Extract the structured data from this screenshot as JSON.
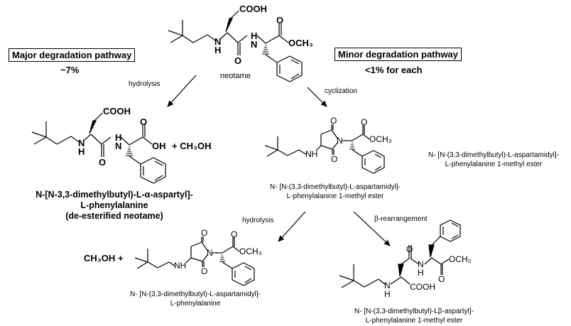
{
  "labels": {
    "major_pathway": "Major degradation pathway",
    "major_percent": "~7%",
    "minor_pathway": "Minor degradation pathway",
    "minor_percent": "<1% for each",
    "neotame": "neotame"
  },
  "reactions": {
    "hydrolysis_1": "hydrolysis",
    "cyclization": "cyclization",
    "hydrolysis_2": "hydrolysis",
    "beta_rearrangement": "β-rearrangement"
  },
  "products": {
    "deesterified": {
      "line1": "N-[N-3,3-dimethylbutyl)-L-α-aspartyl]-",
      "line2": "L-phenylalanine",
      "line3": "(de-esterified neotame)",
      "coproduct": "+ CH₃OH"
    },
    "aspartamidyl_ester": {
      "line1": "N- [N-(3,3-dimethylbutyl)-L-aspartamidyl]-",
      "line2": "L-phenylalanine 1-methyl ester"
    },
    "aspartamidyl_ester_side": {
      "line1": "N- [N-(3,3-dimethylbutyl)-L-aspartamidyl]-",
      "line2": "L-phenylalanine 1-methyl ester"
    },
    "aspartamidyl_acid": {
      "line1": "N- [N-(3,3-dimethylbutyl)-L-aspartamidyl]-",
      "line2": "L-phenylalanine",
      "coproduct": "CH₃OH  +"
    },
    "beta_aspartyl": {
      "line1": "N- [N-(3,3-dimethylbutyl)-Lβ-aspartyl]-",
      "line2": "L-phenylalanine 1-methyl ester"
    }
  },
  "atoms": {
    "cooh": "COOH",
    "och3": "OCH₃",
    "oh": "OH",
    "n": "N",
    "h": "H",
    "o": "O",
    "nh": "NH"
  }
}
